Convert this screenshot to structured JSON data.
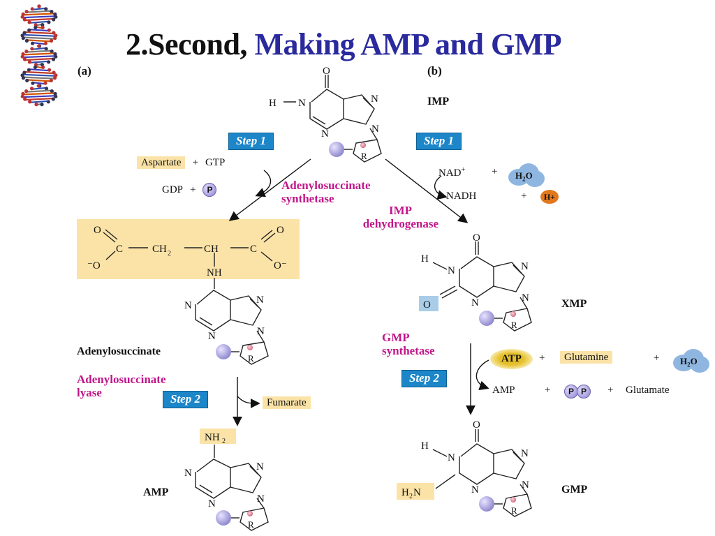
{
  "title": {
    "prefix": "2.Second,",
    "highlight": "Making AMP and GMP"
  },
  "panels": {
    "a": "(a)",
    "b": "(b)"
  },
  "structures": {
    "imp": "IMP",
    "adenylosuccinate": "Adenylosuccinate",
    "amp": "AMP",
    "xmp": "XMP",
    "gmp": "GMP"
  },
  "steps": {
    "a1": "Step 1",
    "b1": "Step 1",
    "a2": "Step 2",
    "b2": "Step 2"
  },
  "enzymes": {
    "adenylosuccinate_synthetase": [
      "Adenylosuccinate",
      "synthetase"
    ],
    "imp_dehydrogenase": [
      "IMP",
      "dehydrogenase"
    ],
    "adenylosuccinate_lyase": [
      "Adenylosuccinate",
      "lyase"
    ],
    "gmp_synthetase": [
      "GMP",
      "synthetase"
    ]
  },
  "reactants": {
    "aspartate": "Aspartate",
    "plus": "+",
    "gtp": "GTP",
    "gdp": "GDP",
    "p": "P",
    "nad": "NAD",
    "nad_sup": "+",
    "h2o": "H",
    "h2o_sub": "2",
    "h2o_o": "O",
    "nadh": "NADH",
    "h_plus": "H+",
    "fumarate": "Fumarate",
    "atp": "ATP",
    "glutamine": "Glutamine",
    "amp": "AMP",
    "glutamate": "Glutamate"
  },
  "atoms": {
    "O": "O",
    "N": "N",
    "H": "H",
    "R": "R",
    "NH": "NH",
    "C": "C",
    "CH2": "CH",
    "CH": "CH",
    "Ominus": "⁻O",
    "Ominus_r": "O⁻",
    "NH2": "NH",
    "H2N": "H"
  }
}
